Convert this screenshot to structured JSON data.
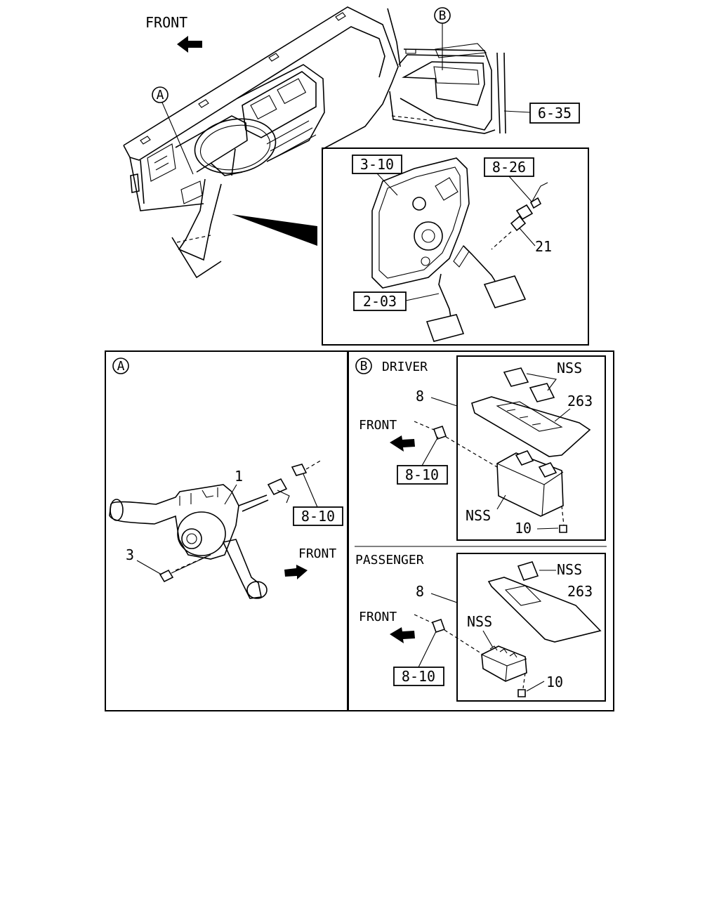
{
  "overview": {
    "front_label": "FRONT",
    "callout_a": "A",
    "callout_b": "B",
    "ref_6_35": "6-35"
  },
  "pedal_inset": {
    "ref_3_10": "3-10",
    "ref_8_26": "8-26",
    "part_21": "21",
    "ref_2_03": "2-03"
  },
  "detail_a": {
    "marker": "A",
    "part_1": "1",
    "part_3": "3",
    "ref_8_10": "8-10",
    "front_label": "FRONT"
  },
  "detail_b": {
    "marker": "B",
    "driver": {
      "title": "DRIVER",
      "nss_top": "NSS",
      "part_8": "8",
      "part_263": "263",
      "front_label": "FRONT",
      "ref_8_10": "8-10",
      "nss_bottom": "NSS",
      "part_10": "10"
    },
    "passenger": {
      "title": "PASSENGER",
      "nss_top": "NSS",
      "part_8": "8",
      "part_263": "263",
      "front_label": "FRONT",
      "nss_mid": "NSS",
      "ref_8_10": "8-10",
      "part_10": "10"
    }
  }
}
